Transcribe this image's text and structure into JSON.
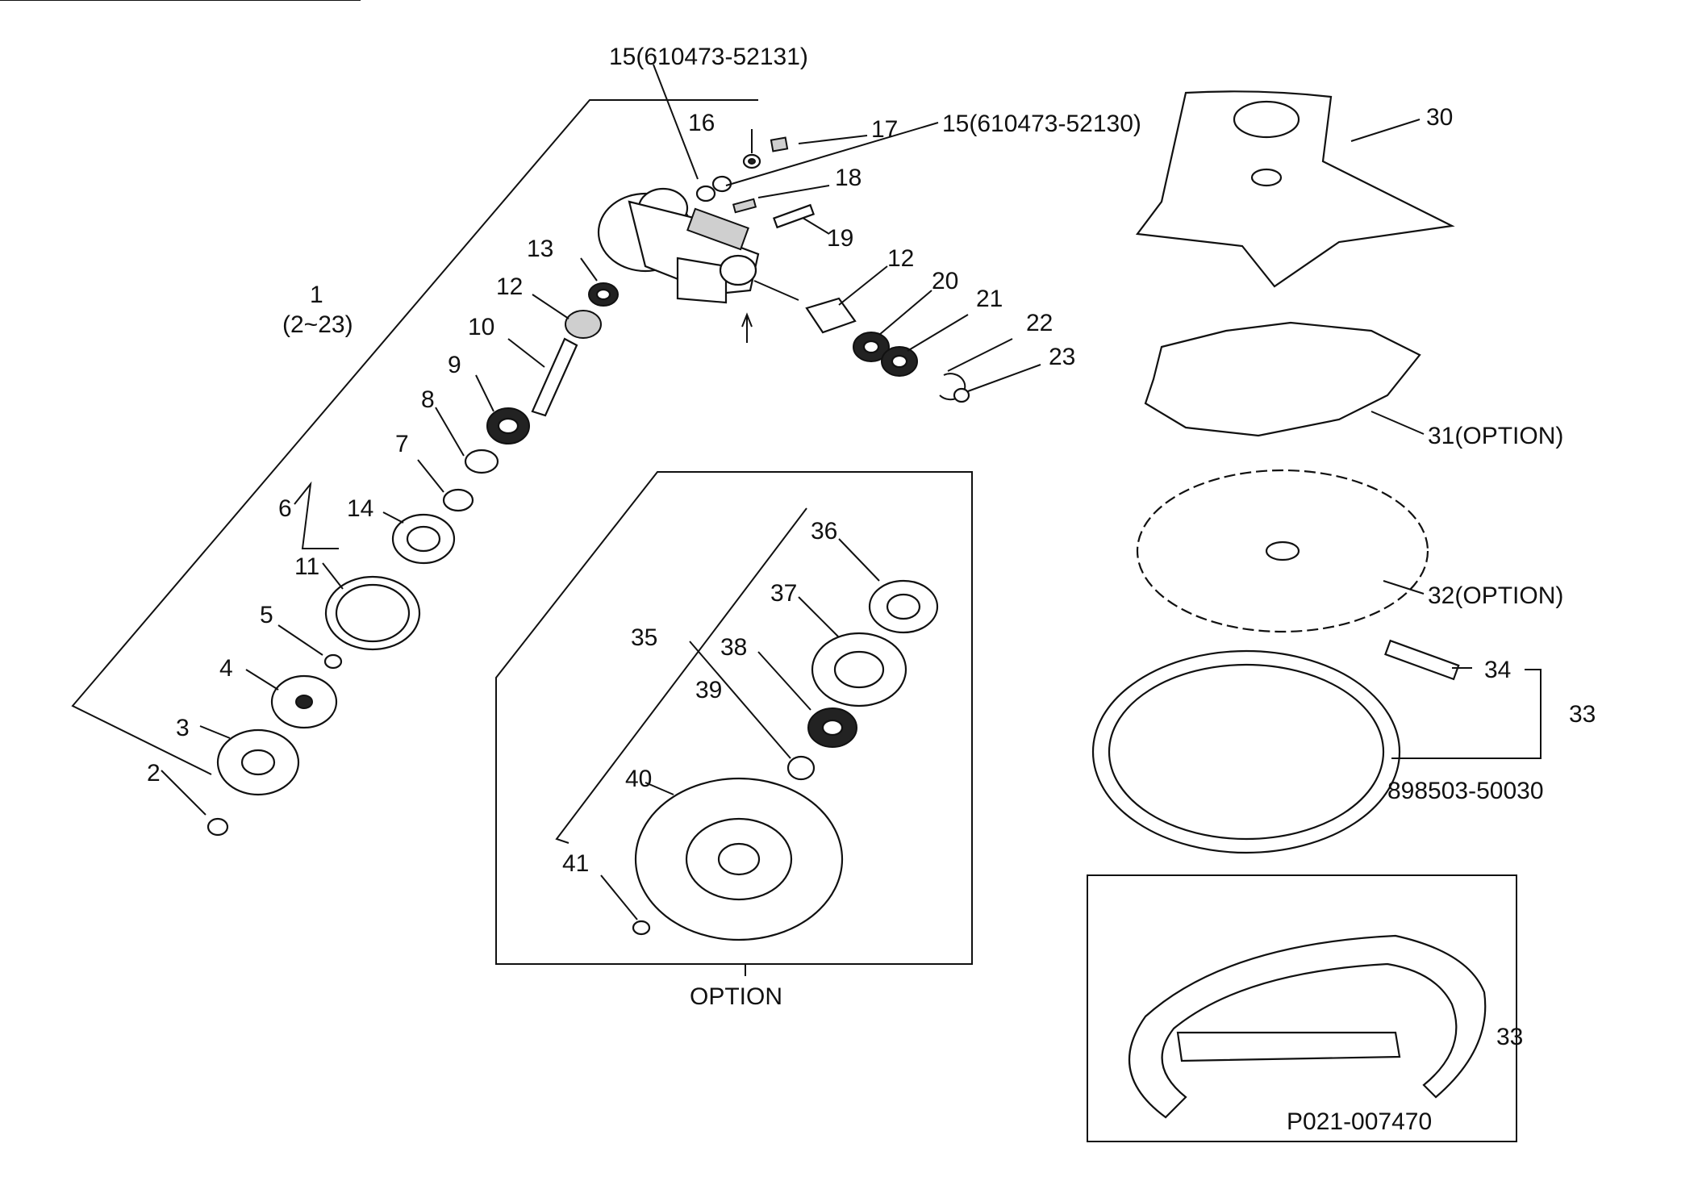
{
  "labels": {
    "l1": "1",
    "l1_range": "(2~23)",
    "l2": "2",
    "l3": "3",
    "l4": "4",
    "l5": "5",
    "l6": "6",
    "l7": "7",
    "l8": "8",
    "l9": "9",
    "l10": "10",
    "l11": "11",
    "l12a": "12",
    "l12b": "12",
    "l13": "13",
    "l14": "14",
    "l15a": "15(610473-52131)",
    "l15b": "15(610473-52130)",
    "l16": "16",
    "l17": "17",
    "l18": "18",
    "l19": "19",
    "l20": "20",
    "l21": "21",
    "l22": "22",
    "l23": "23",
    "l30": "30",
    "l31": "31(OPTION)",
    "l32": "32(OPTION)",
    "l33a": "33",
    "l34": "34",
    "l33_code": "898503-50030",
    "l33b": "33",
    "l33b_code": "P021-007470",
    "l35": "35",
    "l36": "36",
    "l37": "37",
    "l38": "38",
    "l39": "39",
    "l40": "40",
    "l41": "41",
    "option": "OPTION"
  }
}
